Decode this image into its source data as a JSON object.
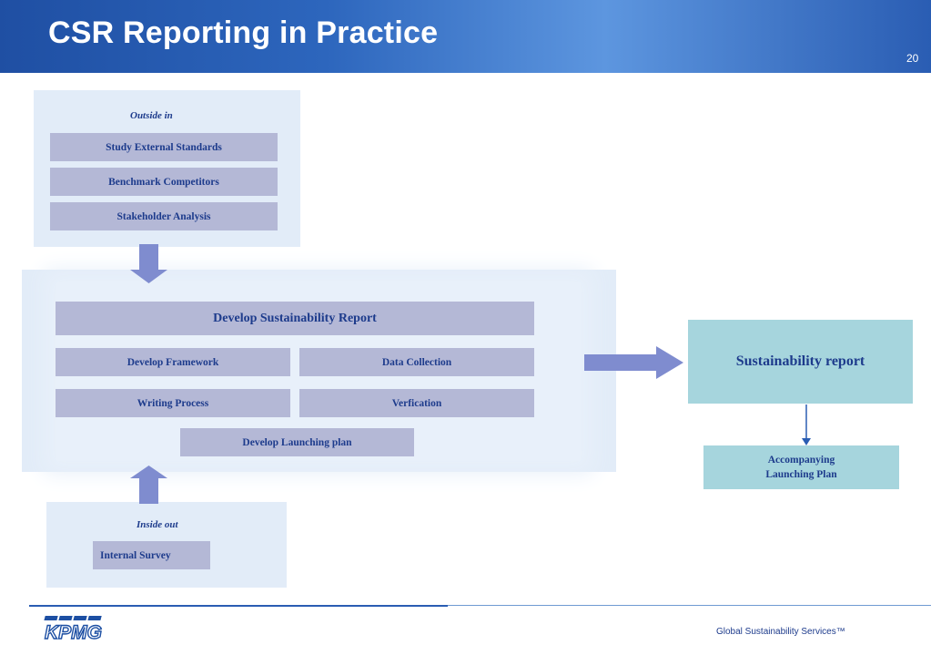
{
  "header": {
    "title": "CSR Reporting in Practice",
    "page_number": "20"
  },
  "outside_in": {
    "label": "Outside in",
    "items": [
      "Study External Standards",
      "Benchmark Competitors",
      "Stakeholder Analysis"
    ]
  },
  "develop": {
    "title": "Develop Sustainability Report",
    "items": [
      "Develop Framework",
      "Data Collection",
      "Writing Process",
      "Verfication",
      "Develop Launching plan"
    ]
  },
  "inside_out": {
    "label": "Inside out",
    "items": [
      "Internal Survey"
    ]
  },
  "outputs": {
    "report": "Sustainability report",
    "launching_line1": "Accompanying",
    "launching_line2": "Launching Plan"
  },
  "footer": {
    "logo_text": "KPMG",
    "text": "Global Sustainability Services™"
  },
  "colors": {
    "header_blue": "#2d66bd",
    "box_lavender": "#b4b8d6",
    "panel_blue": "#e2ecf8",
    "teal": "#a6d5dd",
    "text_navy": "#1d3b8c",
    "arrow_fill": "#7f8ccf"
  }
}
